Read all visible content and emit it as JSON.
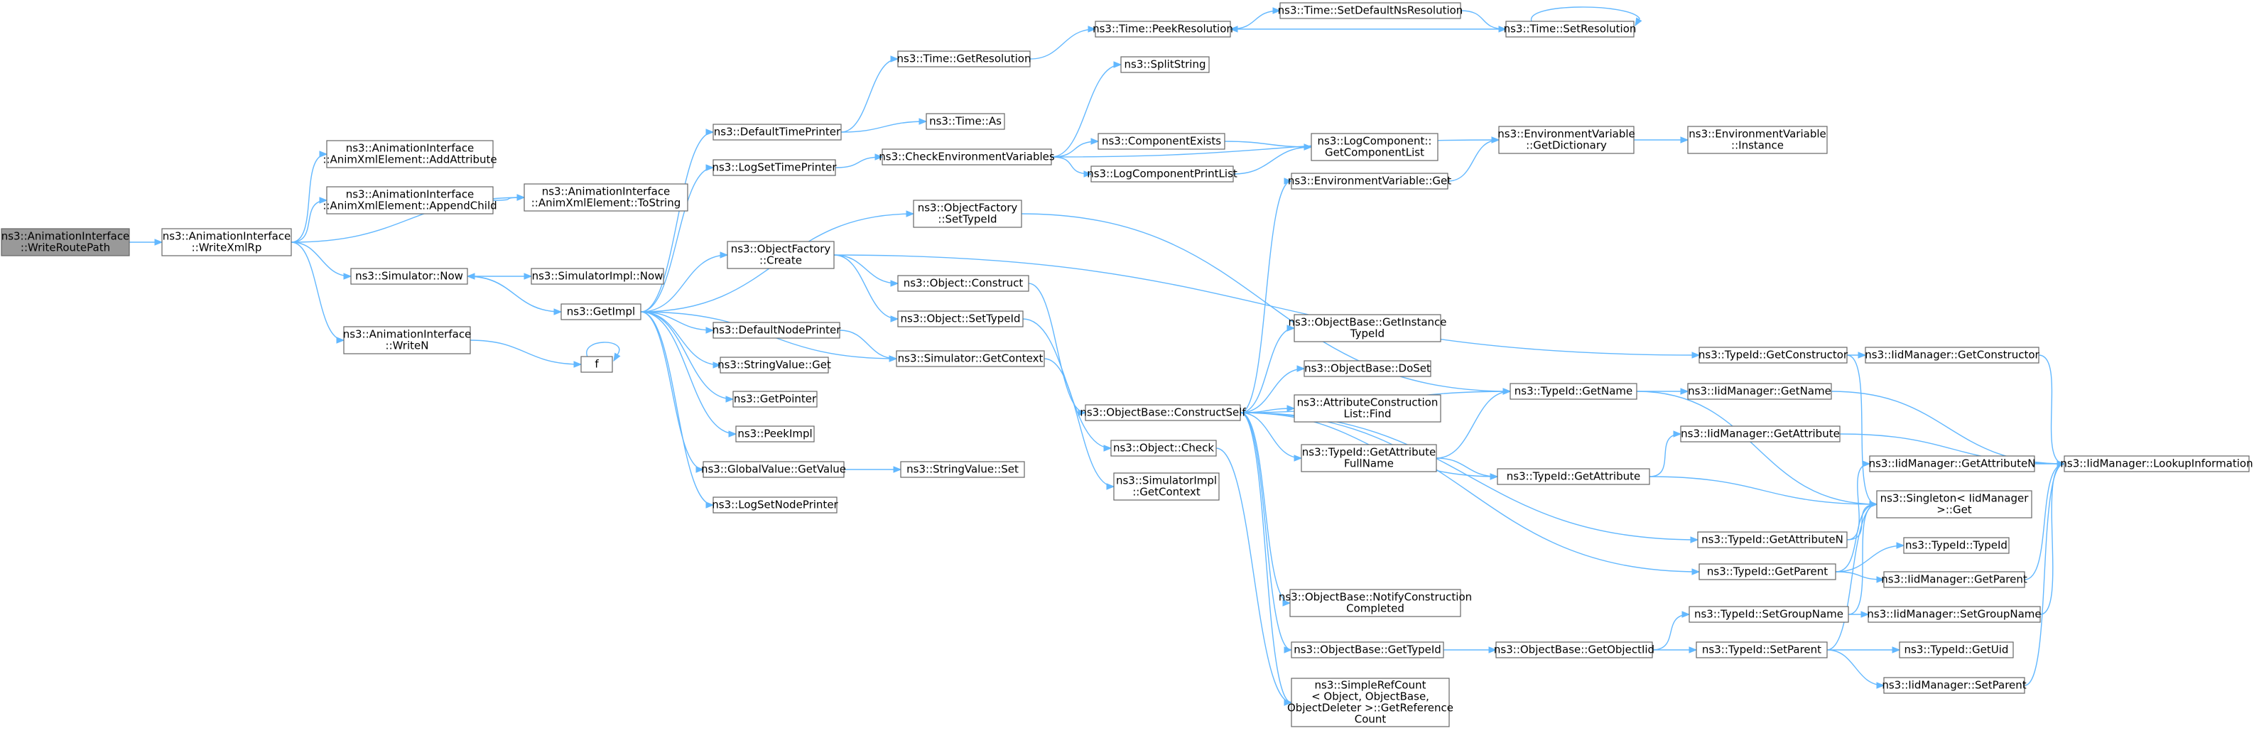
{
  "graph": {
    "edge_color": "#63b8ff",
    "node_border": "#666666",
    "root_fill": "#999999",
    "nodes": [
      {
        "id": "writeRoutePath",
        "lines": [
          "ns3::AnimationInterface",
          "::WriteRoutePath"
        ],
        "root": true
      },
      {
        "id": "writeXmlRp",
        "lines": [
          "ns3::AnimationInterface",
          "::WriteXmlRp"
        ]
      },
      {
        "id": "addAttribute",
        "lines": [
          "ns3::AnimationInterface",
          "::AnimXmlElement::AddAttribute"
        ]
      },
      {
        "id": "appendChild",
        "lines": [
          "ns3::AnimationInterface",
          "::AnimXmlElement::AppendChild"
        ]
      },
      {
        "id": "toString",
        "lines": [
          "ns3::AnimationInterface",
          "::AnimXmlElement::ToString"
        ]
      },
      {
        "id": "simNow",
        "lines": [
          "ns3::Simulator::Now"
        ]
      },
      {
        "id": "simImplNow",
        "lines": [
          "ns3::SimulatorImpl::Now"
        ]
      },
      {
        "id": "writeN",
        "lines": [
          "ns3::AnimationInterface",
          "::WriteN"
        ]
      },
      {
        "id": "f",
        "lines": [
          "f"
        ]
      },
      {
        "id": "getImpl",
        "lines": [
          "ns3::GetImpl"
        ]
      },
      {
        "id": "defaultTimePrinter",
        "lines": [
          "ns3::DefaultTimePrinter"
        ]
      },
      {
        "id": "logSetTimePrinter",
        "lines": [
          "ns3::LogSetTimePrinter"
        ]
      },
      {
        "id": "objFactoryCreate",
        "lines": [
          "ns3::ObjectFactory",
          "::Create"
        ]
      },
      {
        "id": "defaultNodePrinter",
        "lines": [
          "ns3::DefaultNodePrinter"
        ]
      },
      {
        "id": "stringValueGet",
        "lines": [
          "ns3::StringValue::Get"
        ]
      },
      {
        "id": "getPointer",
        "lines": [
          "ns3::GetPointer"
        ]
      },
      {
        "id": "peekImpl",
        "lines": [
          "ns3::PeekImpl"
        ]
      },
      {
        "id": "globalValueGetValue",
        "lines": [
          "ns3::GlobalValue::GetValue"
        ]
      },
      {
        "id": "logSetNodePrinter",
        "lines": [
          "ns3::LogSetNodePrinter"
        ]
      },
      {
        "id": "timeGetResolution",
        "lines": [
          "ns3::Time::GetResolution"
        ]
      },
      {
        "id": "timeAs",
        "lines": [
          "ns3::Time::As"
        ]
      },
      {
        "id": "checkEnvVars",
        "lines": [
          "ns3::CheckEnvironmentVariables"
        ]
      },
      {
        "id": "objFactorySetTypeId",
        "lines": [
          "ns3::ObjectFactory",
          "::SetTypeId"
        ]
      },
      {
        "id": "objectConstruct",
        "lines": [
          "ns3::Object::Construct"
        ]
      },
      {
        "id": "objectSetTypeId",
        "lines": [
          "ns3::Object::SetTypeId"
        ]
      },
      {
        "id": "simGetContext",
        "lines": [
          "ns3::Simulator::GetContext"
        ]
      },
      {
        "id": "stringValueSet",
        "lines": [
          "ns3::StringValue::Set"
        ]
      },
      {
        "id": "timePeekResolution",
        "lines": [
          "ns3::Time::PeekResolution"
        ]
      },
      {
        "id": "splitString",
        "lines": [
          "ns3::SplitString"
        ]
      },
      {
        "id": "componentExists",
        "lines": [
          "ns3::ComponentExists"
        ]
      },
      {
        "id": "logComponentPrintList",
        "lines": [
          "ns3::LogComponentPrintList"
        ]
      },
      {
        "id": "objectBaseConstructSelf",
        "lines": [
          "ns3::ObjectBase::ConstructSelf"
        ]
      },
      {
        "id": "objectCheck",
        "lines": [
          "ns3::Object::Check"
        ]
      },
      {
        "id": "simImplGetContext",
        "lines": [
          "ns3::SimulatorImpl",
          "::GetContext"
        ]
      },
      {
        "id": "timeSetDefaultNsResolution",
        "lines": [
          "ns3::Time::SetDefaultNsResolution"
        ]
      },
      {
        "id": "timeSetResolution",
        "lines": [
          "ns3::Time::SetResolution"
        ]
      },
      {
        "id": "logComponentGetList",
        "lines": [
          "ns3::LogComponent::",
          "GetComponentList"
        ]
      },
      {
        "id": "envVarGet",
        "lines": [
          "ns3::EnvironmentVariable::Get"
        ]
      },
      {
        "id": "envVarGetDictionary",
        "lines": [
          "ns3::EnvironmentVariable",
          "::GetDictionary"
        ]
      },
      {
        "id": "envVarInstance",
        "lines": [
          "ns3::EnvironmentVariable",
          "::Instance"
        ]
      },
      {
        "id": "objectBaseGetInstanceTypeId",
        "lines": [
          "ns3::ObjectBase::GetInstance",
          "TypeId"
        ]
      },
      {
        "id": "objectBaseDoSet",
        "lines": [
          "ns3::ObjectBase::DoSet"
        ]
      },
      {
        "id": "attrConstructionListFind",
        "lines": [
          "ns3::AttributeConstruction",
          "List::Find"
        ]
      },
      {
        "id": "typeIdGetAttributeFullName",
        "lines": [
          "ns3::TypeId::GetAttribute",
          "FullName"
        ]
      },
      {
        "id": "objectBaseNotifyConstructionCompleted",
        "lines": [
          "ns3::ObjectBase::NotifyConstruction",
          "Completed"
        ]
      },
      {
        "id": "objectBaseGetTypeId",
        "lines": [
          "ns3::ObjectBase::GetTypeId"
        ]
      },
      {
        "id": "simpleRefCountGetRefCount",
        "lines": [
          "ns3::SimpleRefCount",
          "< Object, ObjectBase,",
          "ObjectDeleter >::GetReference",
          "Count"
        ]
      },
      {
        "id": "typeIdGetName",
        "lines": [
          "ns3::TypeId::GetName"
        ]
      },
      {
        "id": "typeIdGetAttribute",
        "lines": [
          "ns3::TypeId::GetAttribute"
        ]
      },
      {
        "id": "objectBaseGetObjectIid",
        "lines": [
          "ns3::ObjectBase::GetObjectIid"
        ]
      },
      {
        "id": "typeIdGetConstructor",
        "lines": [
          "ns3::TypeId::GetConstructor"
        ]
      },
      {
        "id": "iidManagerGetName",
        "lines": [
          "ns3::IidManager::GetName"
        ]
      },
      {
        "id": "iidManagerGetAttribute",
        "lines": [
          "ns3::IidManager::GetAttribute"
        ]
      },
      {
        "id": "typeIdGetAttributeN",
        "lines": [
          "ns3::TypeId::GetAttributeN"
        ]
      },
      {
        "id": "typeIdGetParent",
        "lines": [
          "ns3::TypeId::GetParent"
        ]
      },
      {
        "id": "typeIdSetGroupName",
        "lines": [
          "ns3::TypeId::SetGroupName"
        ]
      },
      {
        "id": "typeIdSetParent",
        "lines": [
          "ns3::TypeId::SetParent"
        ]
      },
      {
        "id": "iidManagerGetConstructor",
        "lines": [
          "ns3::IidManager::GetConstructor"
        ]
      },
      {
        "id": "iidManagerGetAttributeN",
        "lines": [
          "ns3::IidManager::GetAttributeN"
        ]
      },
      {
        "id": "singletonGet",
        "lines": [
          "ns3::Singleton< IidManager",
          ">::Get"
        ]
      },
      {
        "id": "typeIdTypeId",
        "lines": [
          "ns3::TypeId::TypeId"
        ]
      },
      {
        "id": "iidManagerGetParent",
        "lines": [
          "ns3::IidManager::GetParent"
        ]
      },
      {
        "id": "iidManagerSetGroupName",
        "lines": [
          "ns3::IidManager::SetGroupName"
        ]
      },
      {
        "id": "typeIdGetUid",
        "lines": [
          "ns3::TypeId::GetUid"
        ]
      },
      {
        "id": "iidManagerSetParent",
        "lines": [
          "ns3::IidManager::SetParent"
        ]
      },
      {
        "id": "iidManagerLookupInformation",
        "lines": [
          "ns3::IidManager::LookupInformation"
        ]
      }
    ],
    "edges": [
      [
        "writeRoutePath",
        "writeXmlRp"
      ],
      [
        "writeXmlRp",
        "addAttribute"
      ],
      [
        "writeXmlRp",
        "appendChild"
      ],
      [
        "writeXmlRp",
        "toString"
      ],
      [
        "writeXmlRp",
        "simNow"
      ],
      [
        "writeXmlRp",
        "writeN"
      ],
      [
        "appendChild",
        "toString"
      ],
      [
        "simNow",
        "simImplNow"
      ],
      [
        "simNow",
        "getImpl"
      ],
      [
        "writeN",
        "f"
      ],
      [
        "f",
        "f"
      ],
      [
        "getImpl",
        "simNow"
      ],
      [
        "getImpl",
        "defaultTimePrinter"
      ],
      [
        "getImpl",
        "logSetTimePrinter"
      ],
      [
        "getImpl",
        "objFactoryCreate"
      ],
      [
        "getImpl",
        "objFactorySetTypeId"
      ],
      [
        "getImpl",
        "simGetContext"
      ],
      [
        "getImpl",
        "defaultNodePrinter"
      ],
      [
        "getImpl",
        "stringValueGet"
      ],
      [
        "getImpl",
        "getPointer"
      ],
      [
        "getImpl",
        "peekImpl"
      ],
      [
        "getImpl",
        "globalValueGetValue"
      ],
      [
        "getImpl",
        "logSetNodePrinter"
      ],
      [
        "defaultTimePrinter",
        "timeGetResolution"
      ],
      [
        "defaultTimePrinter",
        "timeAs"
      ],
      [
        "timeGetResolution",
        "timePeekResolution"
      ],
      [
        "timePeekResolution",
        "timeSetDefaultNsResolution"
      ],
      [
        "timeSetDefaultNsResolution",
        "timeSetResolution"
      ],
      [
        "timeSetResolution",
        "timePeekResolution"
      ],
      [
        "timeSetResolution",
        "timeSetResolution"
      ],
      [
        "logSetTimePrinter",
        "checkEnvVars"
      ],
      [
        "checkEnvVars",
        "splitString"
      ],
      [
        "checkEnvVars",
        "componentExists"
      ],
      [
        "checkEnvVars",
        "logComponentPrintList"
      ],
      [
        "checkEnvVars",
        "envVarGetDictionary"
      ],
      [
        "componentExists",
        "logComponentGetList"
      ],
      [
        "logComponentPrintList",
        "logComponentGetList"
      ],
      [
        "envVarGetDictionary",
        "envVarInstance"
      ],
      [
        "envVarGet",
        "envVarGetDictionary"
      ],
      [
        "objFactoryCreate",
        "objectConstruct"
      ],
      [
        "objFactoryCreate",
        "objectSetTypeId"
      ],
      [
        "objFactoryCreate",
        "typeIdGetConstructor"
      ],
      [
        "objFactorySetTypeId",
        "typeIdGetName"
      ],
      [
        "objectConstruct",
        "objectBaseConstructSelf"
      ],
      [
        "objectSetTypeId",
        "objectCheck"
      ],
      [
        "defaultNodePrinter",
        "simGetContext"
      ],
      [
        "simGetContext",
        "simImplGetContext"
      ],
      [
        "globalValueGetValue",
        "stringValueSet"
      ],
      [
        "objectBaseConstructSelf",
        "envVarGet"
      ],
      [
        "objectBaseConstructSelf",
        "typeIdGetName"
      ],
      [
        "objectBaseConstructSelf",
        "objectBaseGetInstanceTypeId"
      ],
      [
        "objectBaseConstructSelf",
        "objectBaseDoSet"
      ],
      [
        "objectBaseConstructSelf",
        "attrConstructionListFind"
      ],
      [
        "objectBaseConstructSelf",
        "typeIdGetAttributeFullName"
      ],
      [
        "objectBaseConstructSelf",
        "typeIdGetAttribute"
      ],
      [
        "objectBaseConstructSelf",
        "typeIdGetAttributeN"
      ],
      [
        "objectBaseConstructSelf",
        "typeIdGetParent"
      ],
      [
        "objectBaseConstructSelf",
        "objectBaseNotifyConstructionCompleted"
      ],
      [
        "objectBaseConstructSelf",
        "objectBaseGetTypeId"
      ],
      [
        "objectBaseConstructSelf",
        "simpleRefCountGetRefCount"
      ],
      [
        "objectCheck",
        "simpleRefCountGetRefCount"
      ],
      [
        "typeIdGetAttributeFullName",
        "typeIdGetName"
      ],
      [
        "typeIdGetAttributeFullName",
        "typeIdGetAttribute"
      ],
      [
        "objectBaseGetTypeId",
        "objectBaseGetObjectIid"
      ],
      [
        "objectBaseGetObjectIid",
        "typeIdSetGroupName"
      ],
      [
        "objectBaseGetObjectIid",
        "typeIdSetParent"
      ],
      [
        "typeIdGetName",
        "iidManagerGetName"
      ],
      [
        "typeIdGetName",
        "singletonGet"
      ],
      [
        "typeIdGetAttribute",
        "iidManagerGetAttribute"
      ],
      [
        "typeIdGetAttribute",
        "singletonGet"
      ],
      [
        "typeIdGetConstructor",
        "iidManagerGetConstructor"
      ],
      [
        "typeIdGetConstructor",
        "singletonGet"
      ],
      [
        "typeIdGetAttributeN",
        "iidManagerGetAttributeN"
      ],
      [
        "typeIdGetAttributeN",
        "singletonGet"
      ],
      [
        "typeIdGetParent",
        "typeIdTypeId"
      ],
      [
        "typeIdGetParent",
        "iidManagerGetParent"
      ],
      [
        "typeIdGetParent",
        "singletonGet"
      ],
      [
        "typeIdSetGroupName",
        "iidManagerSetGroupName"
      ],
      [
        "typeIdSetGroupName",
        "singletonGet"
      ],
      [
        "typeIdSetParent",
        "typeIdGetUid"
      ],
      [
        "typeIdSetParent",
        "iidManagerSetParent"
      ],
      [
        "typeIdSetParent",
        "singletonGet"
      ],
      [
        "iidManagerGetName",
        "iidManagerLookupInformation"
      ],
      [
        "iidManagerGetAttribute",
        "iidManagerLookupInformation"
      ],
      [
        "iidManagerGetConstructor",
        "iidManagerLookupInformation"
      ],
      [
        "iidManagerGetAttributeN",
        "iidManagerLookupInformation"
      ],
      [
        "iidManagerGetParent",
        "iidManagerLookupInformation"
      ],
      [
        "iidManagerSetGroupName",
        "iidManagerLookupInformation"
      ],
      [
        "iidManagerSetParent",
        "iidManagerLookupInformation"
      ]
    ]
  }
}
